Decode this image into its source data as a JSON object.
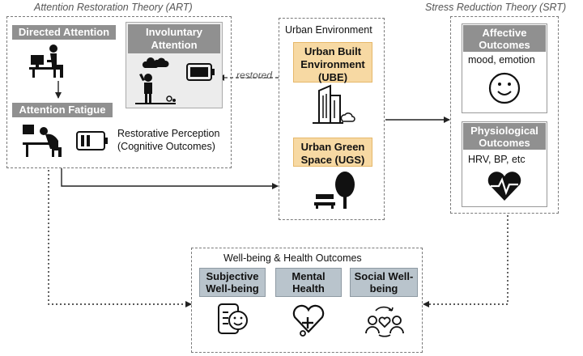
{
  "art": {
    "title": "Attention Restoration Theory (ART)",
    "directed_attention": "Directed Attention",
    "involuntary_attention": "Involuntary Attention",
    "attention_fatigue": "Attention Fatigue",
    "restorative_perception": "Restorative Perception",
    "cognitive_outcomes": "(Cognitive Outcomes)"
  },
  "srt": {
    "title": "Stress Reduction Theory (SRT)",
    "affective_outcomes": "Affective Outcomes",
    "affective_desc": "mood, emotion",
    "physiological_outcomes": "Physiological Outcomes",
    "physiological_desc": "HRV, BP, etc"
  },
  "urban": {
    "title": "Urban Environment",
    "ube": "Urban Built Environment (UBE)",
    "ugs": "Urban Green Space (UGS)",
    "restored_label": "restored"
  },
  "wellbeing": {
    "title": "Well-being & Health Outcomes",
    "subjective": "Subjective Well-being",
    "mental": "Mental Health",
    "social": "Social Well-being"
  },
  "colors": {
    "orange_fill": "#f7d9a3",
    "gray_header": "#909090",
    "blue_gray_header": "#b9c4cc"
  },
  "icons": {
    "directed": "person-at-desk-icon",
    "involuntary": "person-in-nature-icon",
    "battery_full": "battery-full-icon",
    "fatigue": "person-slumped-desk-icon",
    "battery_low": "battery-low-icon",
    "ube": "building-icon",
    "ugs": "tree-bench-icon",
    "smile": "smiley-face-icon",
    "heart_pulse": "heart-pulse-icon",
    "subjective": "smiley-document-icon",
    "mental": "heart-plus-icon",
    "social": "people-heart-icon"
  }
}
